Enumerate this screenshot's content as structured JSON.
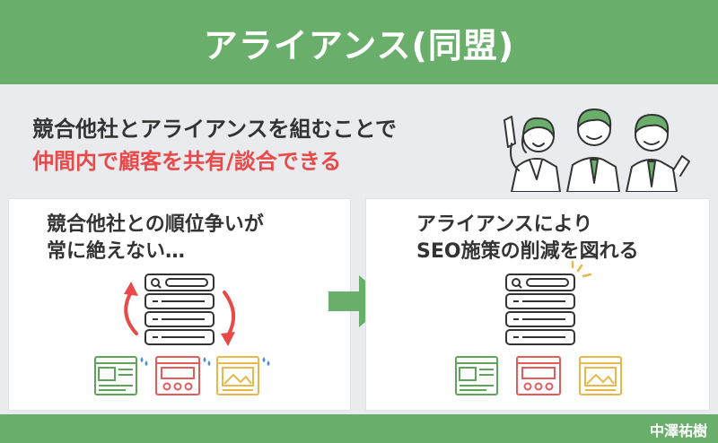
{
  "header": {
    "title": "アライアンス(同盟)"
  },
  "subtitle": {
    "line1": "競合他社とアライアンスを組むことで",
    "line2": "仲間内で顧客を共有/談合できる"
  },
  "left_panel": {
    "line1": "競合他社との順位争いが",
    "line2": "常に絶えない…"
  },
  "right_panel": {
    "line1": "アライアンスにより",
    "line2": "SEO施策の削減を図れる"
  },
  "footer": {
    "author": "中澤祐樹"
  },
  "colors": {
    "brand_green": "#6aae6b",
    "accent_red": "#e84a4a",
    "card_green": "#5ea45a",
    "card_red": "#e45b5b",
    "card_yellow": "#e8b84a",
    "drop_blue": "#4a90d9"
  },
  "icons": [
    "search-results-icon",
    "website-card-icon",
    "sweat-drop-icon",
    "cycle-arrow-icon",
    "right-arrow-icon",
    "sparkle-icon",
    "people-illustration"
  ]
}
